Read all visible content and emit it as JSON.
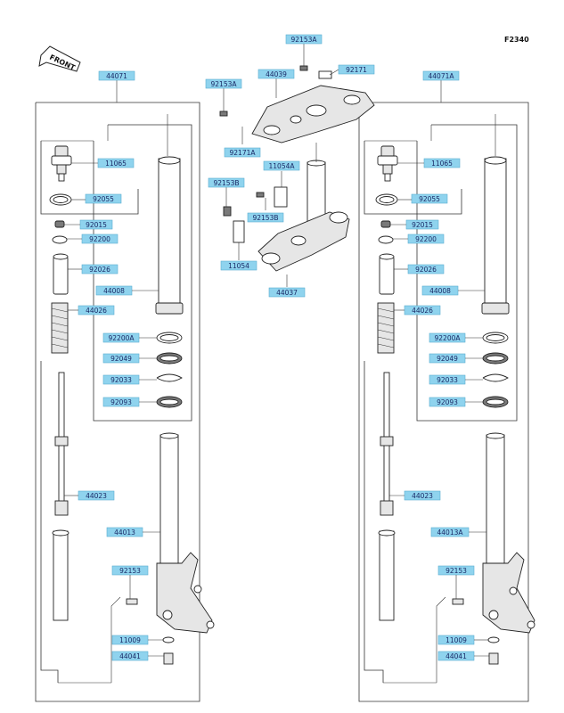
{
  "diagram_code": "F2340",
  "front_label": "FRONT",
  "labels": {
    "l_44071": "44071",
    "r_44071a": "44071A",
    "top_92153a": "92153A",
    "top_44039": "44039",
    "top_92171": "92171",
    "top_92153a_b": "92153A",
    "top_92171a": "92171A",
    "top_11054a": "11054A",
    "top_92153b": "92153B",
    "top_92153b_2": "92153B",
    "top_11054": "11054",
    "top_44037": "44037",
    "l_11065": "11065",
    "l_92055": "92055",
    "l_92015": "92015",
    "l_92200": "92200",
    "l_92026": "92026",
    "l_44008": "44008",
    "l_44026": "44026",
    "l_92200a": "92200A",
    "l_92049": "92049",
    "l_92033": "92033",
    "l_92093": "92093",
    "l_44023": "44023",
    "l_44013": "44013",
    "l_92153": "92153",
    "l_11009": "11009",
    "l_44041": "44041",
    "r_11065": "11065",
    "r_92055": "92055",
    "r_92015": "92015",
    "r_92200": "92200",
    "r_92026": "92026",
    "r_44008": "44008",
    "r_44026": "44026",
    "r_92200a": "92200A",
    "r_92049": "92049",
    "r_92033": "92033",
    "r_92093": "92093",
    "r_44023": "44023",
    "r_44013a": "44013A",
    "r_92153": "92153",
    "r_11009": "11009",
    "r_44041": "44041"
  }
}
